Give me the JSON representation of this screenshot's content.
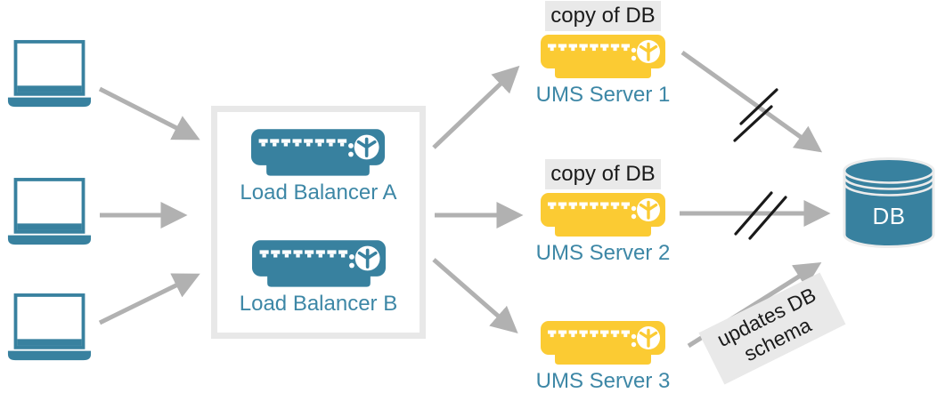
{
  "colors": {
    "teal": "#38819F",
    "yellow": "#FBCB33",
    "arrow_gray": "#B1B1B1",
    "note_bg": "#E9E9E9",
    "note_text": "#1A1A1A",
    "label_teal": "#3D87A6",
    "box_border": "#E8E8E8",
    "broken_link_black": "#1A1A1A",
    "db_text": "#FFFFFF"
  },
  "icons": {
    "client": "laptop-icon",
    "load_balancer": "rack-server-icon",
    "ums_server": "rack-server-icon",
    "database": "database-cylinder-icon",
    "broken_link": "double-slash-icon"
  },
  "nodes": {
    "load_balancers": [
      {
        "label": "Load Balancer A"
      },
      {
        "label": "Load Balancer B"
      }
    ],
    "ums_servers": [
      {
        "label": "UMS Server 1",
        "badge": "copy of DB"
      },
      {
        "label": "UMS Server 2",
        "badge": "copy of DB"
      },
      {
        "label": "UMS Server 3"
      }
    ],
    "database": {
      "label": "DB"
    }
  },
  "annotations": {
    "ums3_arrow_note": "updates DB schema"
  }
}
